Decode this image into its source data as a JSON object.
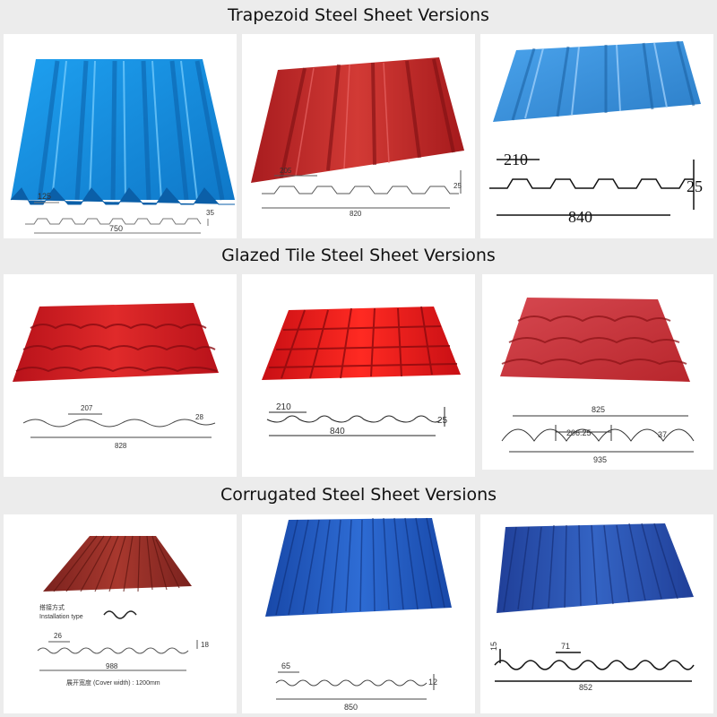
{
  "sections": [
    {
      "title": "Trapezoid Steel Sheet Versions",
      "items": [
        {
          "color": "#1e90e0",
          "dims": {
            "pitch": "125",
            "height": "35",
            "width": "750"
          }
        },
        {
          "color": "#c0282a",
          "dims": {
            "pitch": "205",
            "height": "25",
            "width": "820"
          }
        },
        {
          "color": "#3a8fd8",
          "dims": {
            "pitch": "210",
            "height": "25",
            "width": "840"
          }
        }
      ]
    },
    {
      "title": "Glazed Tile Steel Sheet Versions",
      "items": [
        {
          "color": "#d01820",
          "dims": {
            "pitch": "207",
            "height": "28",
            "width": "828"
          }
        },
        {
          "color": "#e01818",
          "dims": {
            "pitch": "210",
            "height": "25",
            "width": "840"
          }
        },
        {
          "color": "#c8343a",
          "dims": {
            "top": "825",
            "pitch": "206.25",
            "height": "37",
            "width": "935"
          }
        }
      ]
    },
    {
      "title": "Corrugated Steel Sheet Versions",
      "items": [
        {
          "color": "#8e2a24",
          "dims": {
            "install_cn": "搭接方式",
            "install_en": "Installation type",
            "pitch": "26",
            "height": "18",
            "width": "988",
            "cover": "展开宽度  (Cover width) : 1200mm"
          }
        },
        {
          "color": "#1f5fc0",
          "dims": {
            "pitch": "65",
            "height": "12",
            "width": "850"
          }
        },
        {
          "color": "#2a58b8",
          "dims": {
            "height": "15",
            "pitch": "71",
            "width": "852"
          }
        }
      ]
    }
  ]
}
